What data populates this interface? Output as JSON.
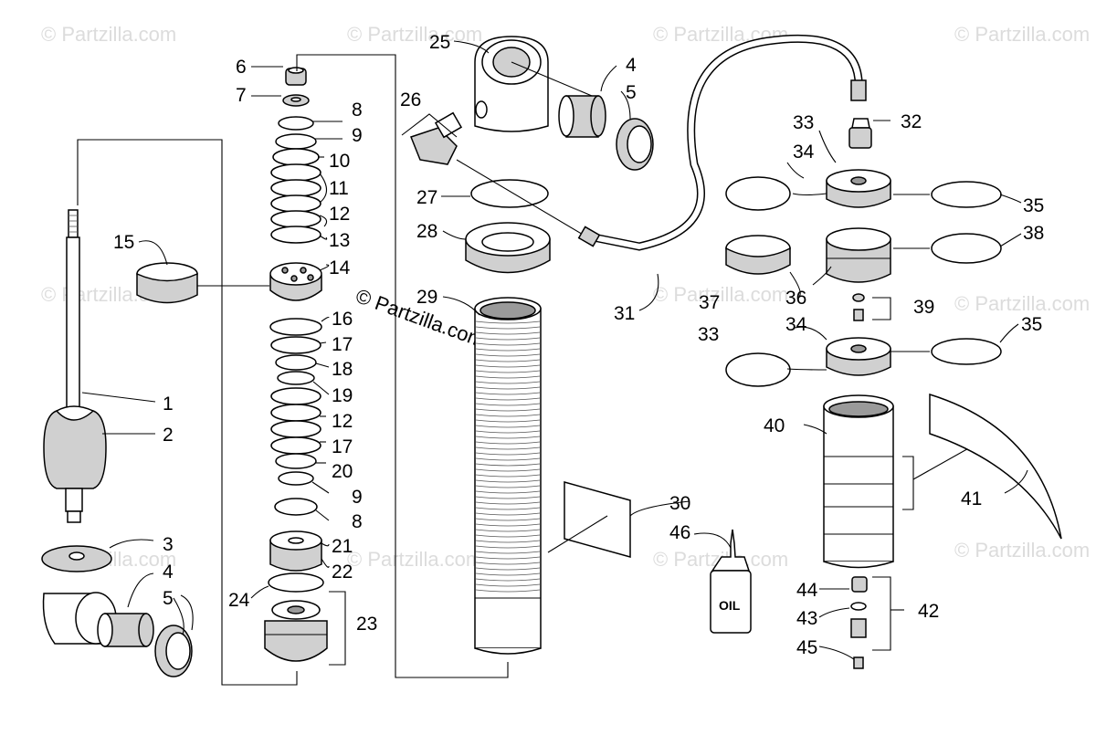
{
  "watermark": {
    "site": "© Partzilla.com",
    "center_text": "© Partzilla.com"
  },
  "bottle_label": "OIL",
  "callouts": {
    "c1": "1",
    "c2": "2",
    "c3": "3",
    "c4a": "4",
    "c5a": "5",
    "c4b": "4",
    "c5b": "5",
    "c6": "6",
    "c7": "7",
    "c8a": "8",
    "c9a": "9",
    "c10": "10",
    "c11": "11",
    "c12a": "12",
    "c13": "13",
    "c14": "14",
    "c15": "15",
    "c16": "16",
    "c17a": "17",
    "c18": "18",
    "c19": "19",
    "c12b": "12",
    "c17b": "17",
    "c20": "20",
    "c9b": "9",
    "c8b": "8",
    "c21": "21",
    "c22": "22",
    "c23": "23",
    "c24": "24",
    "c25": "25",
    "c26": "26",
    "c27": "27",
    "c28": "28",
    "c29": "29",
    "c30": "30",
    "c31": "31",
    "c46": "46",
    "c32": "32",
    "c33a": "33",
    "c34a": "34",
    "c35a": "35",
    "c38": "38",
    "c37": "37",
    "c36": "36",
    "c39": "39",
    "c33b": "33",
    "c34b": "34",
    "c35b": "35",
    "c40": "40",
    "c41": "41",
    "c44": "44",
    "c43": "43",
    "c42": "42",
    "c45": "45"
  }
}
